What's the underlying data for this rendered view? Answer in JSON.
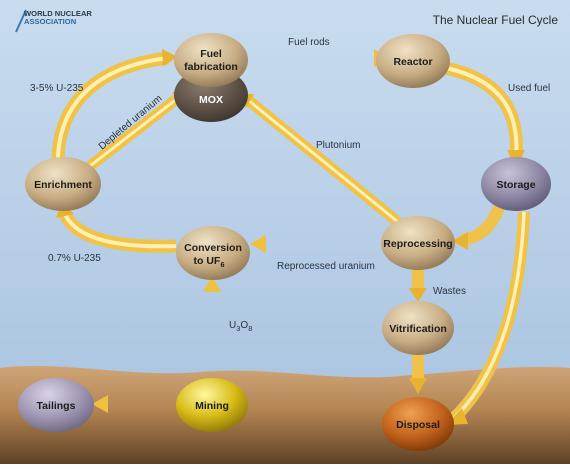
{
  "logo": {
    "line1": "WORLD NUCLEAR",
    "line2": "ASSOCIATION"
  },
  "title": "The Nuclear Fuel Cycle",
  "nodes": {
    "fuel_fabrication": {
      "line1": "Fuel",
      "line2": "fabrication"
    },
    "mox": "MOX",
    "reactor": "Reactor",
    "storage": "Storage",
    "reprocessing": "Reprocessing",
    "vitrification": "Vitrification",
    "disposal": "Disposal",
    "enrichment": "Enrichment",
    "conversion": {
      "line1": "Conversion",
      "line2": "to UF",
      "sub": "6"
    },
    "mining": "Mining",
    "tailings": "Tailings"
  },
  "flows": {
    "fuel_rods": "Fuel rods",
    "used_fuel": "Used fuel",
    "u235_3_5": "3-5% U-235",
    "depleted_uranium": "Depleted uranium",
    "plutonium": "Plutonium",
    "u235_0_7": "0.7% U-235",
    "reprocessed_uranium": "Reprocessed uranium",
    "wastes": "Wastes",
    "u3o8": {
      "a": "U",
      "a_sub": "3",
      "b": "O",
      "b_sub": "8"
    }
  },
  "colors": {
    "sky": "#a9c3df",
    "ground": "#c49b6b",
    "arrow": "#f0c040",
    "arrow_light": "#fff2b0",
    "node_tan": "#cdb48c",
    "node_mox": "#5e5046",
    "node_storage": "#8a84a0",
    "node_disposal": "#c0601a",
    "node_mining": "#d4b81a",
    "node_tailings": "#9a90ac"
  }
}
